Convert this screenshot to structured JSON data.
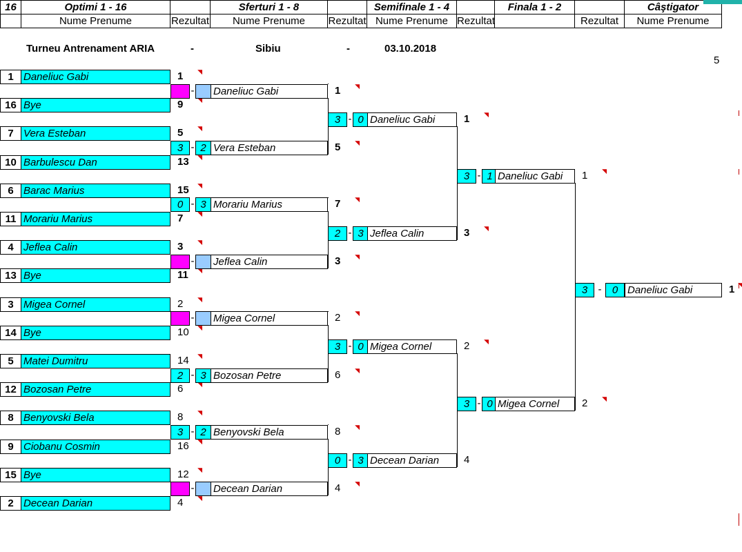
{
  "header": {
    "count": "16",
    "rounds": [
      "Optimi 1 - 16",
      "Sferturi 1 - 8",
      "Semifinale 1 - 4",
      "Finala 1 - 2",
      "Câştigator"
    ],
    "sub": [
      "Nume Prenume",
      "Rezultat",
      "Nume Prenume",
      "Rezultat",
      "Nume Prenume",
      "Rezultat",
      "",
      "Rezultat",
      "Nume Prenume"
    ]
  },
  "info": {
    "tournament": "Turneu Antrenament ARIA",
    "sep1": "-",
    "city": "Sibiu",
    "sep2": "-",
    "date": "03.10.2018",
    "corner_number": "5"
  },
  "round16": [
    {
      "seed": "1",
      "name": "Daneliuc Gabi",
      "rank": "1"
    },
    {
      "seed": "16",
      "name": "Bye",
      "rank": "9"
    },
    {
      "seed": "7",
      "name": "Vera Esteban",
      "rank": "5"
    },
    {
      "seed": "10",
      "name": "Barbulescu Dan",
      "rank": "13"
    },
    {
      "seed": "6",
      "name": "Barac Marius",
      "rank": "15"
    },
    {
      "seed": "11",
      "name": "Morariu Marius",
      "rank": "7"
    },
    {
      "seed": "4",
      "name": "Jeflea Calin",
      "rank": "3"
    },
    {
      "seed": "13",
      "name": "Bye",
      "rank": "11"
    },
    {
      "seed": "3",
      "name": "Migea Cornel",
      "rank": "2"
    },
    {
      "seed": "14",
      "name": "Bye",
      "rank": "10"
    },
    {
      "seed": "5",
      "name": "Matei Dumitru",
      "rank": "14"
    },
    {
      "seed": "12",
      "name": "Bozosan Petre",
      "rank": "6"
    },
    {
      "seed": "8",
      "name": "Benyovski Bela",
      "rank": "8"
    },
    {
      "seed": "9",
      "name": "Ciobanu Cosmin",
      "rank": "16"
    },
    {
      "seed": "15",
      "name": "Bye",
      "rank": "12"
    },
    {
      "seed": "2",
      "name": "Decean Darian",
      "rank": "4"
    }
  ],
  "quarter": [
    {
      "s1": "",
      "dash": "-",
      "s2": "",
      "name": "Daneliuc Gabi",
      "rank": "1",
      "bye": true
    },
    {
      "s1": "3",
      "dash": "-",
      "s2": "2",
      "name": "Vera Esteban",
      "rank": "5",
      "bye": false
    },
    {
      "s1": "0",
      "dash": "-",
      "s2": "3",
      "name": "Morariu Marius",
      "rank": "7",
      "bye": false
    },
    {
      "s1": "",
      "dash": "-",
      "s2": "",
      "name": "Jeflea Calin",
      "rank": "3",
      "bye": true
    },
    {
      "s1": "",
      "dash": "-",
      "s2": "",
      "name": "Migea Cornel",
      "rank": "2",
      "bye": true
    },
    {
      "s1": "2",
      "dash": "-",
      "s2": "3",
      "name": "Bozosan Petre",
      "rank": "6",
      "bye": false
    },
    {
      "s1": "3",
      "dash": "-",
      "s2": "2",
      "name": "Benyovski Bela",
      "rank": "8",
      "bye": false
    },
    {
      "s1": "",
      "dash": "-",
      "s2": "",
      "name": "Decean Darian",
      "rank": "4",
      "bye": true
    }
  ],
  "semi": [
    {
      "s1": "3",
      "dash": "-",
      "s2": "0",
      "name": "Daneliuc Gabi",
      "rank": "1"
    },
    {
      "s1": "2",
      "dash": "-",
      "s2": "3",
      "name": "Jeflea Calin",
      "rank": "3"
    },
    {
      "s1": "3",
      "dash": "-",
      "s2": "0",
      "name": "Migea Cornel",
      "rank": "2"
    },
    {
      "s1": "0",
      "dash": "-",
      "s2": "3",
      "name": "Decean Darian",
      "rank": "4"
    }
  ],
  "final": [
    {
      "s1": "3",
      "dash": "-",
      "s2": "1",
      "name": "Daneliuc Gabi",
      "rank": "1"
    },
    {
      "s1": "3",
      "dash": "-",
      "s2": "0",
      "name": "Migea Cornel",
      "rank": "2"
    }
  ],
  "champion": {
    "s1": "3",
    "dash": "-",
    "s2": "0",
    "name": "Daneliuc Gabi",
    "rank": "1"
  },
  "colors": {
    "cyan": "#00ffff",
    "magenta": "#ff00ff",
    "light_blue": "#99ccff",
    "comment_marker": "#d40000"
  }
}
